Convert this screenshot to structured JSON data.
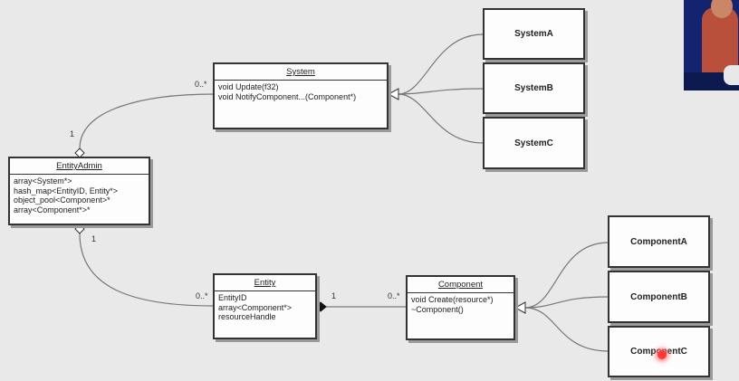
{
  "diagram": {
    "entity_admin": {
      "title": "EntityAdmin",
      "members": [
        "array<System*>",
        "hash_map<EntityID, Entity*>",
        "object_pool<Component>*",
        "array<Component*>*"
      ]
    },
    "system": {
      "title": "System",
      "members": [
        "void Update(f32)",
        "void NotifyComponent...(Component*)"
      ]
    },
    "entity": {
      "title": "Entity",
      "members": [
        "EntityID",
        "array<Component*>",
        "resourceHandle"
      ]
    },
    "component": {
      "title": "Component",
      "members": [
        "void Create(resource*)",
        "~Component()"
      ]
    },
    "subsystems": [
      "SystemA",
      "SystemB",
      "SystemC"
    ],
    "subcomponents": [
      "ComponentA",
      "ComponentB",
      "ComponentC"
    ],
    "multiplicities": {
      "admin_system_one": "1",
      "admin_system_many": "0..*",
      "admin_entity_one": "1",
      "admin_entity_many": "0..*",
      "entity_component_one": "1",
      "entity_component_many": "0..*"
    }
  }
}
